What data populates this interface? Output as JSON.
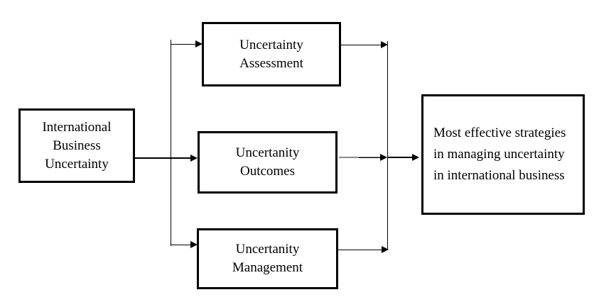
{
  "diagram": {
    "title": "International business uncertainty flow diagram",
    "colors": {
      "line": "#000000",
      "gray_segment": "#8a8a8a",
      "background": "#ffffff",
      "text": "#000000",
      "box_border": "#000000"
    },
    "boxes": {
      "source": {
        "label": "International Business Uncertainty",
        "lines": [
          "International",
          "Business",
          "Uncertainty"
        ]
      },
      "assessment": {
        "label": "Uncertainty Assessment",
        "lines": [
          "Uncertainty",
          "Assessment"
        ]
      },
      "outcomes": {
        "label": "Uncertanity Outcomes",
        "lines": [
          "Uncertanity",
          "Outcomes"
        ]
      },
      "management": {
        "label": "Uncertanity Management",
        "lines": [
          "Uncertanity",
          "Management"
        ]
      },
      "strategies": {
        "label": "Most effective strategies in managing uncertainty in international business",
        "lines": [
          "Most effective strategies",
          "in managing uncertainty",
          "in international business"
        ]
      }
    },
    "connections": [
      "source -> assessment",
      "source -> outcomes",
      "source -> management",
      "assessment -> strategies",
      "outcomes -> strategies",
      "management -> strategies"
    ]
  }
}
